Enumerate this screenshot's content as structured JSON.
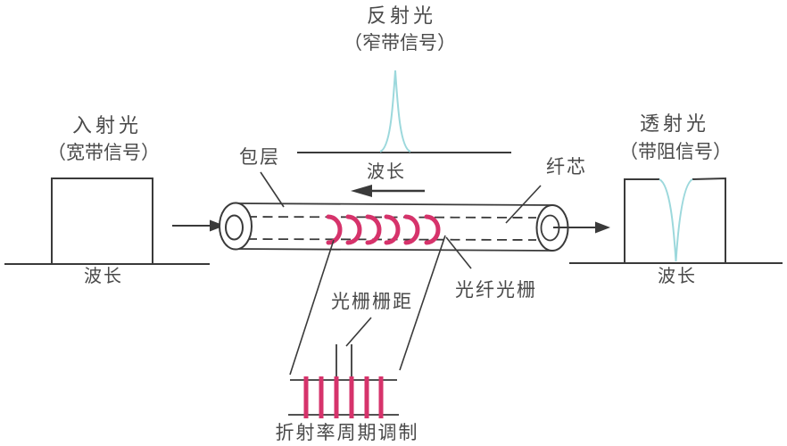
{
  "diagram": {
    "incident": {
      "title": "入射光",
      "subtitle": "（宽带信号）",
      "axis": "波长"
    },
    "reflected": {
      "title": "反射光",
      "subtitle": "（窄带信号）",
      "axis": "波长"
    },
    "transmitted": {
      "title": "透射光",
      "subtitle": "（带阻信号）",
      "axis": "波长"
    },
    "fiber": {
      "cladding": "包层",
      "core": "纤芯",
      "grating": "光纤光栅",
      "pitch": "光栅栅距",
      "modulation": "折射率周期调制"
    },
    "colors": {
      "line": "#3a3a3a",
      "grating_red": "#d6336b",
      "signal_cyan": "#9cd8dc",
      "text": "#4a4a4a"
    }
  }
}
